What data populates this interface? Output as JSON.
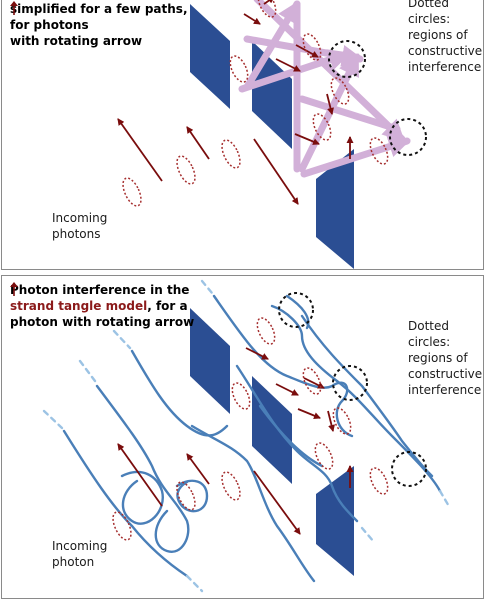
{
  "top_panel": {
    "title_line1": "simplified for a few paths,",
    "title_line2": "for photons",
    "title_line3": "with rotating arrow",
    "side_lines": [
      "Dotted",
      "circles:",
      "regions of",
      "constructive",
      "interference"
    ],
    "incoming_lines": [
      "Incoming",
      "photons"
    ]
  },
  "bottom_panel": {
    "title_line1": "Photon interference in the",
    "title_line2_red": "strand tangle model",
    "title_line2_rest": ", for a",
    "title_line3": "photon with rotating arrow",
    "side_lines": [
      "Dotted",
      "circles:",
      "regions of",
      "constructive",
      "interference"
    ],
    "incoming_lines": [
      "Incoming",
      "photon"
    ]
  },
  "colors": {
    "plate": "#2b4e93",
    "arrow": "#7a0d0d",
    "path": "#d2b0d8",
    "strand": "#4a7fb8",
    "strand_light": "#9cc3e4",
    "dotted_ellipse": "#a63030",
    "circle": "#111111"
  },
  "icons": {
    "rotating_arrow": "small-up-arrow-icon",
    "dotted_ellipse": "rotation-ellipse-icon"
  }
}
